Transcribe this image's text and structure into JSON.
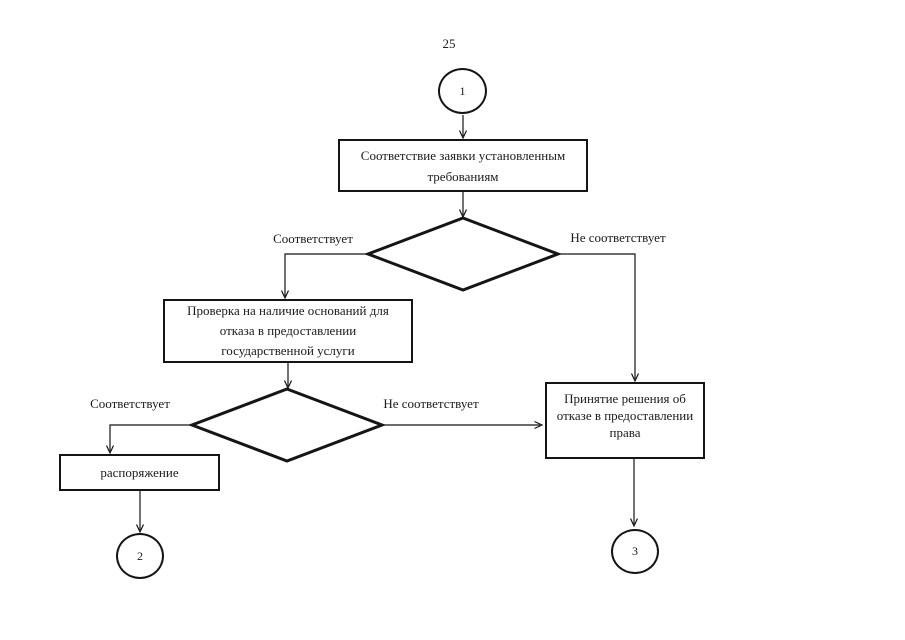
{
  "page": {
    "number": "25"
  },
  "nodes": {
    "connector1": {
      "label": "1"
    },
    "connector2": {
      "label": "2"
    },
    "connector3": {
      "label": "3"
    },
    "box_requirements": {
      "lines": [
        "Соответствие заявки установленным",
        "требованиям"
      ]
    },
    "box_check": {
      "lines": [
        "Проверка на наличие оснований для",
        "отказа в предоставлении",
        "государственной услуги"
      ]
    },
    "box_order": {
      "lines": [
        "распоряжение"
      ]
    },
    "box_refusal": {
      "lines": [
        "Принятие решения об",
        "отказе в предоставлении",
        "права"
      ]
    }
  },
  "edges": {
    "d1_yes": "Соответствует",
    "d1_no": "Не соответствует",
    "d2_yes": "Соответствует",
    "d2_no": "Не соответствует"
  },
  "colors": {
    "stroke": "#151515",
    "background": "#ffffff"
  }
}
